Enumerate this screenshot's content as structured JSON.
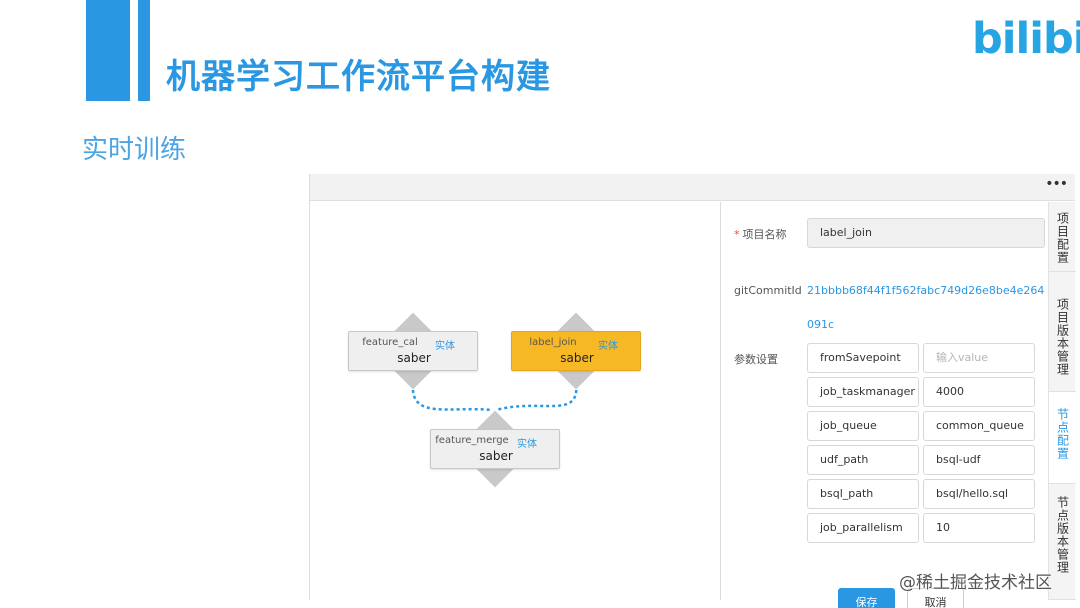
{
  "slide": {
    "title": "机器学习工作流平台构建",
    "subtitle": "实时训练",
    "logo_text": "bilibili",
    "accent_color": "#2a97e3"
  },
  "app": {
    "menu_icon": "more-icon",
    "nodes": [
      {
        "name": "feature_cal",
        "tag": "实体",
        "type": "saber",
        "active": false
      },
      {
        "name": "label_join",
        "tag": "实体",
        "type": "saber",
        "active": true
      },
      {
        "name": "feature_merge",
        "tag": "实体",
        "type": "saber",
        "active": false
      }
    ],
    "form": {
      "project_name_label": "项目名称",
      "project_name_value": "label_join",
      "git_commit_label": "gitCommitId",
      "git_commit_value": "21bbbb68f44f1f562fabc749d26e8be4e264091c",
      "params_label": "参数设置",
      "params": [
        {
          "key": "fromSavepoint",
          "value": "",
          "placeholder": "输入value"
        },
        {
          "key": "job_taskmanager",
          "value": "4000",
          "placeholder": ""
        },
        {
          "key": "job_queue",
          "value": "common_queue",
          "placeholder": ""
        },
        {
          "key": "udf_path",
          "value": "bsql-udf",
          "placeholder": ""
        },
        {
          "key": "bsql_path",
          "value": "bsql/hello.sql",
          "placeholder": ""
        },
        {
          "key": "job_parallelism",
          "value": "10",
          "placeholder": ""
        }
      ],
      "save_label": "保存",
      "cancel_label": "取消"
    },
    "tabs": [
      {
        "label": "项目配置",
        "active": false
      },
      {
        "label": "项目版本管理",
        "active": false
      },
      {
        "label": "节点配置",
        "active": true
      },
      {
        "label": "节点版本管理",
        "active": false
      }
    ]
  },
  "watermark": "@稀土掘金技术社区"
}
